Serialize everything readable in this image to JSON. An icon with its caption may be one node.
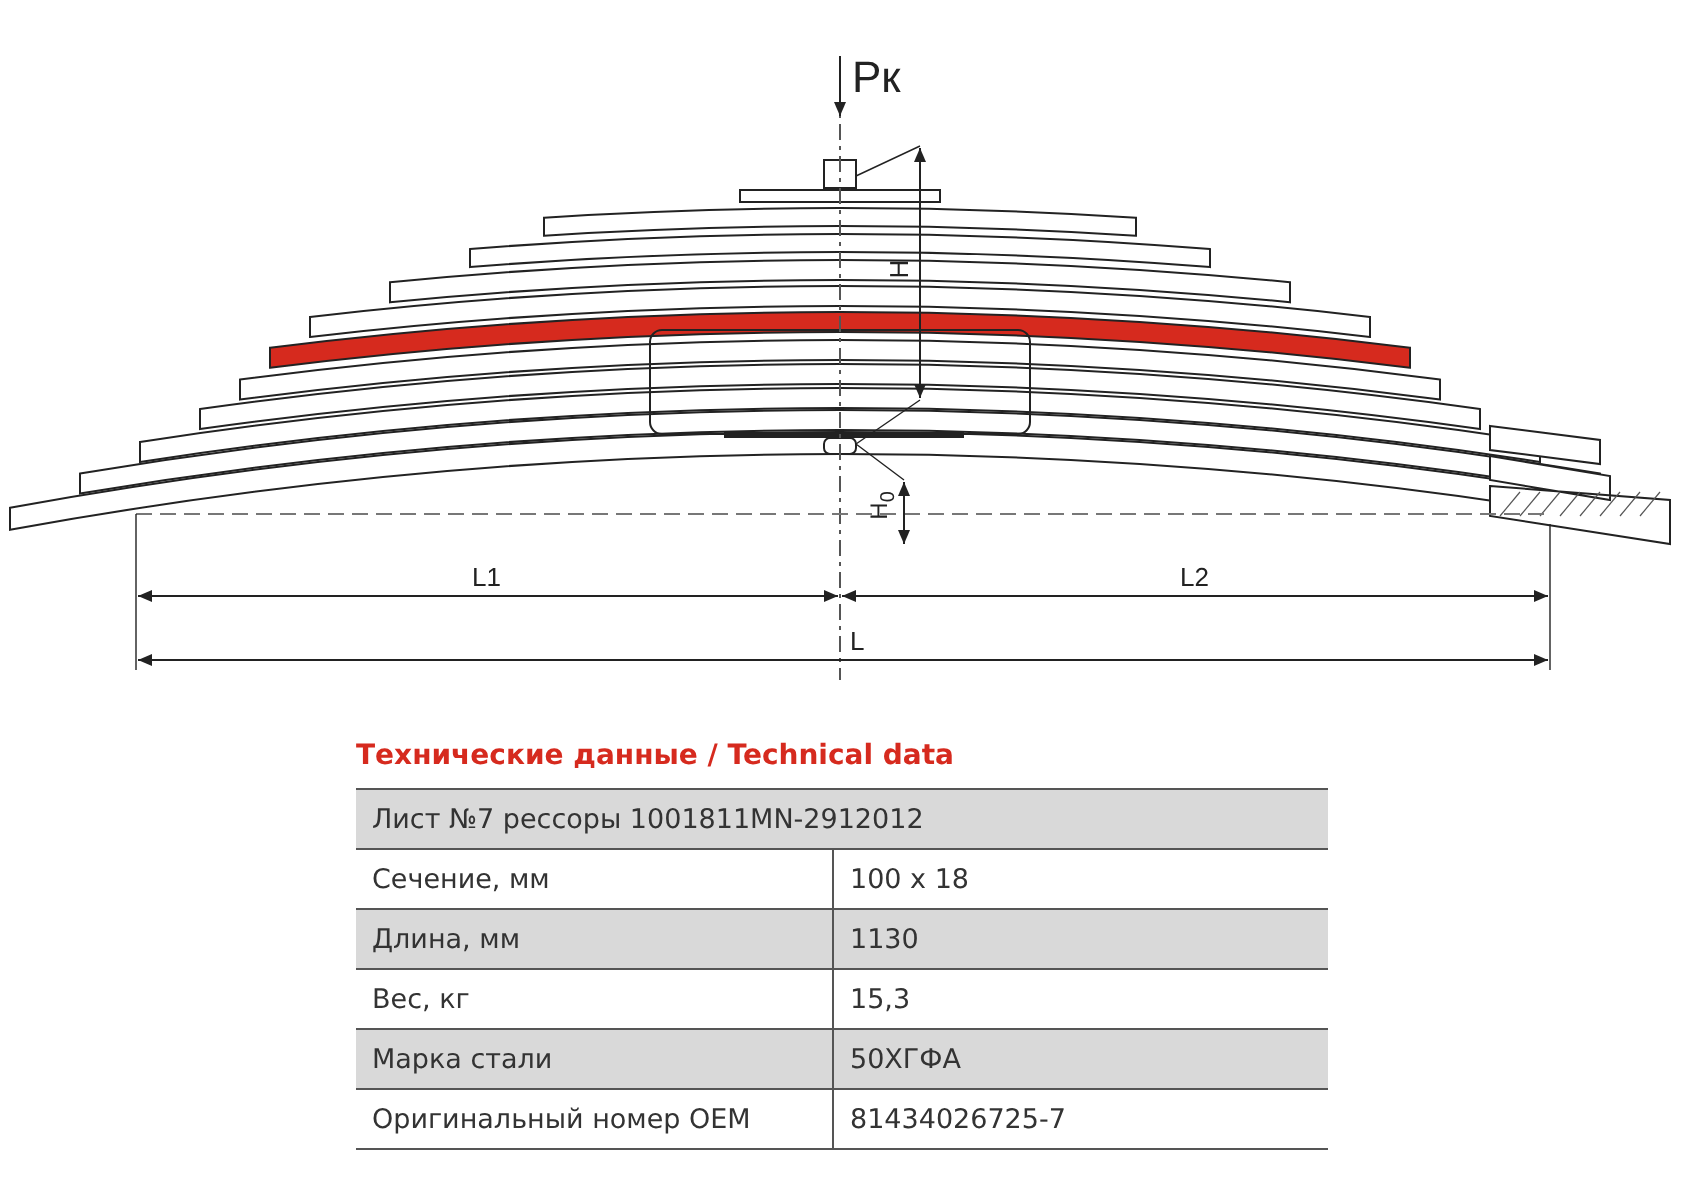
{
  "diagram": {
    "title": "Технические данные / Technical data",
    "labels": [
      "Pк",
      "H",
      "H$_{0}$",
      "L1",
      "L2",
      "L",
      "Лист №7 рессоры 1001811MN-2912012",
      "Сечение, мм",
      "100 x 18",
      "Длина, мм",
      "1130",
      "Вес, кг",
      "15,3",
      "Марка стали",
      "50ХГФА",
      "Оригинальный номер OEM",
      "81434026725-7"
    ]
  }
}
